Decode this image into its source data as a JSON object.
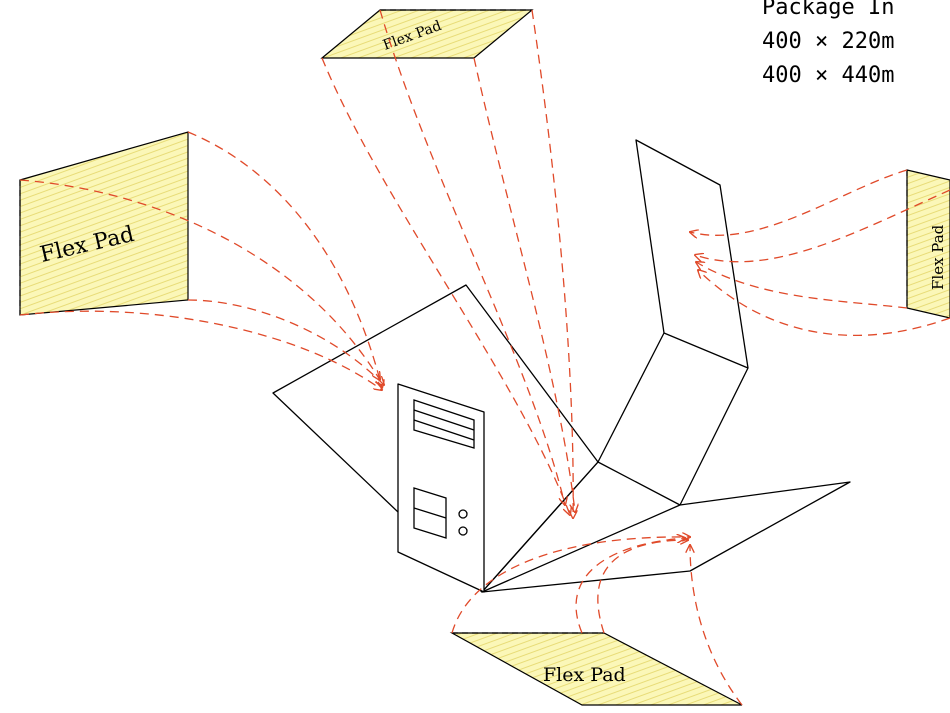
{
  "spec": {
    "title": "Package In",
    "size_1": "400 × 220m",
    "size_2": "400 × 440m"
  },
  "pads": {
    "top_label": "Flex Pad",
    "left_label": "Flex Pad",
    "right_label": "Flex Pad",
    "bottom_label": "Flex Pad"
  },
  "colors": {
    "arrow": "#e04a2a",
    "pad_fill": "#fbf7b8",
    "pad_hatch": "#e8dc78",
    "outline": "#000000"
  }
}
